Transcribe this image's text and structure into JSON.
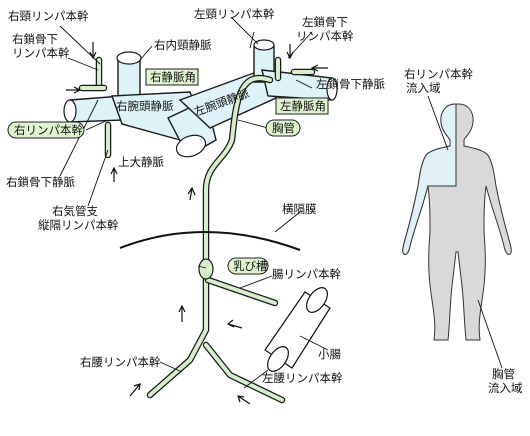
{
  "labels": {
    "r_jugular_trunk": "右頸リンパ本幹",
    "l_jugular_trunk": "左頸リンパ本幹",
    "r_subclavian_trunk_l1": "右鎖骨下",
    "r_subclavian_trunk_l2": "リンパ本幹",
    "l_subclavian_trunk_l1": "左鎖骨下",
    "l_subclavian_trunk_l2": "リンパ本幹",
    "r_internal_jugular_vein": "右内頸静脈",
    "r_venous_angle": "右静脈角",
    "l_venous_angle": "左静脈角",
    "l_subclavian_vein": "左鎖骨下静脈",
    "r_brachiocephalic_vein": "右腕頭静脈",
    "l_brachiocephalic_vein": "左腕頭静脈",
    "r_lymphatic_duct": "右リンパ本幹",
    "superior_vena_cava": "上大静脈",
    "thoracic_duct": "胸管",
    "r_subclavian_vein": "右鎖骨下静脈",
    "bronchomediastinal_l1": "右気管支",
    "bronchomediastinal_l2": "縦隔リンパ本幹",
    "diaphragm": "横隔膜",
    "cisterna_chyli": "乳び槽",
    "intestinal_trunk": "腸リンパ本幹",
    "small_intestine": "小腸",
    "r_lumbar_trunk": "右腰リンパ本幹",
    "l_lumbar_trunk": "左腰リンパ本幹",
    "body_right_area_l1": "右リンパ本幹",
    "body_right_area_l2": "流入域",
    "body_thoracic_area_l1": "胸管",
    "body_thoracic_area_l2": "流入域"
  },
  "colors": {
    "vein_fill": "#ddf3f8",
    "duct_fill": "#d6eecb",
    "label_box_fill": "#dff3cf",
    "body_right_fill": "#dff0f7",
    "body_rest_fill": "#d9d9d9"
  }
}
